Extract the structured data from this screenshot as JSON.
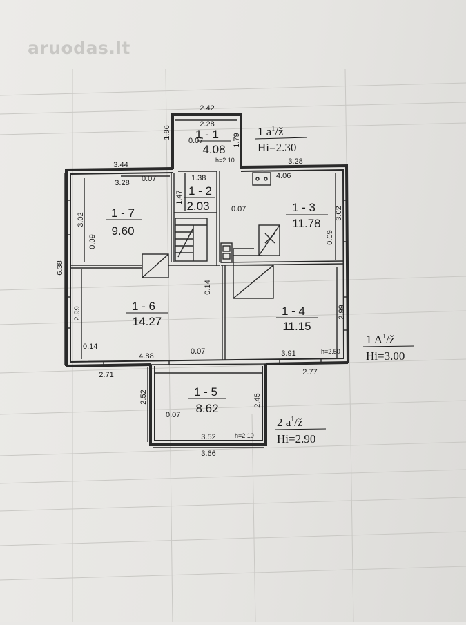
{
  "watermark": "aruodas.lt",
  "rooms": [
    {
      "id": "1 - 1",
      "area": "4.08"
    },
    {
      "id": "1 - 2",
      "area": "2.03"
    },
    {
      "id": "1 - 3",
      "area": "11.78"
    },
    {
      "id": "1 - 4",
      "area": "11.15"
    },
    {
      "id": "1 - 5",
      "area": "8.62"
    },
    {
      "id": "1 - 6",
      "area": "14.27"
    },
    {
      "id": "1 - 7",
      "area": "9.60"
    }
  ],
  "floor_labels": [
    {
      "code": "1 a",
      "sup": "1",
      "suffix": "/ž",
      "height": "Hi=2.30"
    },
    {
      "code": "1 A",
      "sup": "1",
      "suffix": "/ž",
      "height": "Hi=3.00"
    },
    {
      "code": "2 a",
      "sup": "1",
      "suffix": "/ž",
      "height": "Hi=2.90"
    }
  ],
  "dimensions": [
    "2.42",
    "2.28",
    "1.86",
    "0.07",
    "1.79",
    "h=2.10",
    "3.44",
    "3.28",
    "0.07",
    "1.38",
    "1.47",
    "3.28",
    "4.06",
    "0.07",
    "3.02",
    "0.09",
    "3.02",
    "0.09",
    "6.38",
    "0.14",
    "2.99",
    "2.99",
    "0.14",
    "4.88",
    "0.07",
    "3.91",
    "h=2.50",
    "2.71",
    "2.77",
    "2.52",
    "0.07",
    "2.45",
    "3.52",
    "h=2.10",
    "3.66"
  ]
}
